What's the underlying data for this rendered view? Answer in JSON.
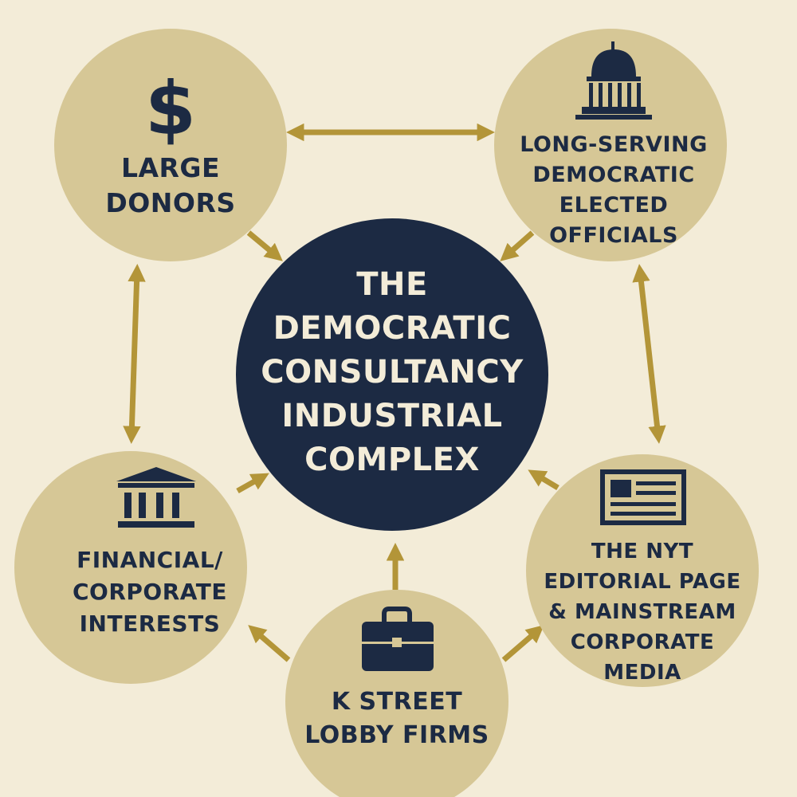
{
  "colors": {
    "background": "#f3ecd8",
    "node_fill": "#d6c796",
    "center_fill": "#1c2a43",
    "text_dark": "#1c2a43",
    "text_light": "#f3ecd8",
    "arrow": "#b39538"
  },
  "center": {
    "lines": [
      "THE",
      "DEMOCRATIC",
      "CONSULTANCY",
      "INDUSTRIAL",
      "COMPLEX"
    ]
  },
  "nodes": {
    "donors": {
      "icon": "dollar-icon",
      "lines": [
        "LARGE",
        "DONORS"
      ]
    },
    "officials": {
      "icon": "capitol-dome-icon",
      "lines": [
        "LONG-SERVING",
        "DEMOCRATIC",
        "ELECTED",
        "OFFICIALS"
      ]
    },
    "financial": {
      "icon": "bank-icon",
      "lines": [
        "FINANCIAL/",
        "CORPORATE",
        "INTERESTS"
      ]
    },
    "media": {
      "icon": "newspaper-icon",
      "lines": [
        "THE NYT",
        "EDITORIAL PAGE",
        "& MAINSTREAM",
        "CORPORATE",
        "MEDIA"
      ]
    },
    "kstreet": {
      "icon": "briefcase-icon",
      "lines": [
        "K STREET",
        "LOBBY FIRMS"
      ]
    }
  }
}
